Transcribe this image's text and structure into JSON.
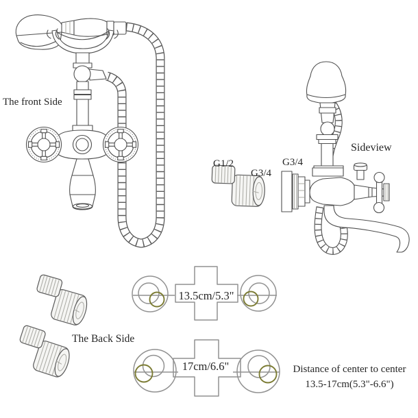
{
  "diagram": {
    "views": {
      "front_label": "The front Side",
      "side_label": "Sideview",
      "back_label": "The Back Side"
    },
    "threads": {
      "adapter_small": "G1/2",
      "adapter_large": "G3/4",
      "wall_inlet": "G3/4"
    },
    "centers": {
      "min": "13.5cm/5.3\"",
      "max": "17cm/6.6\"",
      "note_line1": "Distance of center to center",
      "note_line2": "13.5-17cm(5.3\"-6.6\")"
    }
  },
  "colors": {
    "background": "#ffffff",
    "line": "#4f4f4f",
    "back_view_line": "#919191",
    "accent_circle": "#7b7b33",
    "text": "#262626"
  }
}
